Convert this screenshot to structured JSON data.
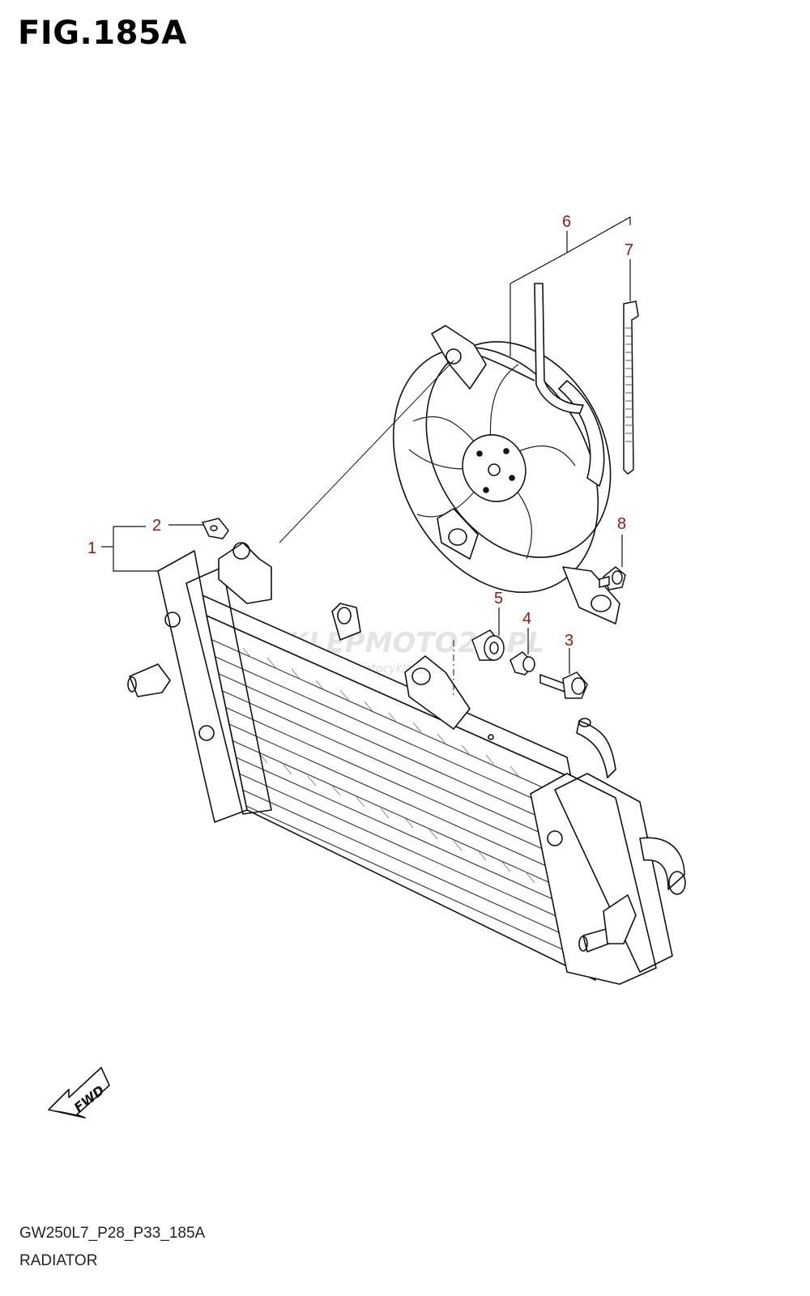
{
  "figure": {
    "title": "FIG.185A",
    "code": "GW250L7_P28_P33_185A",
    "name": "RADIATOR"
  },
  "callouts": [
    {
      "id": 1,
      "label": "1"
    },
    {
      "id": 2,
      "label": "2"
    },
    {
      "id": 3,
      "label": "3"
    },
    {
      "id": 4,
      "label": "4"
    },
    {
      "id": 5,
      "label": "5"
    },
    {
      "id": 6,
      "label": "6"
    },
    {
      "id": 7,
      "label": "7"
    },
    {
      "id": 8,
      "label": "8"
    }
  ],
  "fwd_arrow": {
    "label": "FWD"
  },
  "watermark": {
    "main": "SKLEPMOTO24.PL",
    "sub": "sklep motocyklowy"
  },
  "colors": {
    "callout": "#9a1414",
    "line": "#111111",
    "watermark": "#d8d8d8",
    "watermark_accent": "#f0b8b8"
  }
}
